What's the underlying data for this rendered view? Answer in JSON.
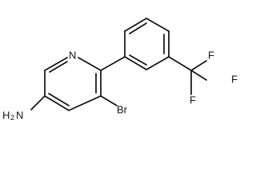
{
  "molecule": {
    "atoms": {
      "ring_nitrogen": "N",
      "bromine": "Br",
      "amine_prefix": "H",
      "amine_subscript": "2",
      "amine_suffix": "N",
      "fluorine_top": "F",
      "fluorine_right": "F",
      "fluorine_bottom": "F"
    }
  }
}
